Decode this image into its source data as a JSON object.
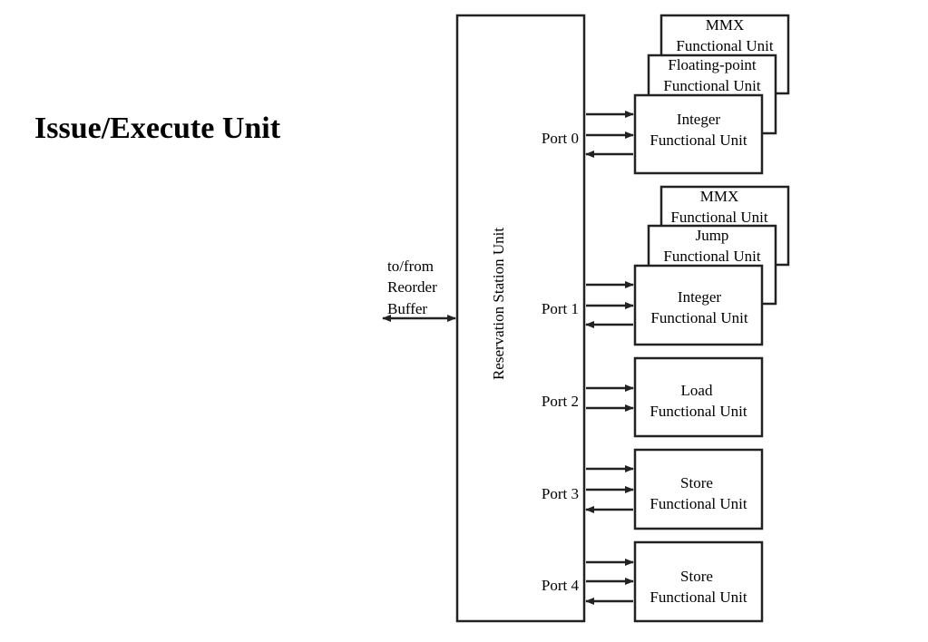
{
  "title": "Issue/Execute Unit",
  "rob": {
    "lines": [
      "to/from",
      "Reorder",
      "Buffer"
    ]
  },
  "rs": {
    "label": "Reservation Station Unit"
  },
  "ports": [
    {
      "label": "Port 0",
      "units": [
        {
          "line1": "MMX",
          "line2": "Functional Unit"
        },
        {
          "line1": "Floating-point",
          "line2": "Functional Unit"
        },
        {
          "line1": "Integer",
          "line2": "Functional Unit"
        }
      ]
    },
    {
      "label": "Port 1",
      "units": [
        {
          "line1": "MMX",
          "line2": "Functional Unit"
        },
        {
          "line1": "Jump",
          "line2": "Functional Unit"
        },
        {
          "line1": "Integer",
          "line2": "Functional Unit"
        }
      ]
    },
    {
      "label": "Port 2",
      "units": [
        {
          "line1": "Load",
          "line2": "Functional Unit"
        }
      ]
    },
    {
      "label": "Port 3",
      "units": [
        {
          "line1": "Store",
          "line2": "Functional Unit"
        }
      ]
    },
    {
      "label": "Port 4",
      "units": [
        {
          "line1": "Store",
          "line2": "Functional Unit"
        }
      ]
    }
  ]
}
